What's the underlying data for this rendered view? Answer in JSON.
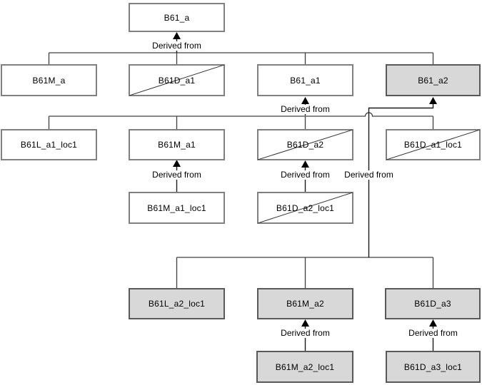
{
  "diagram": {
    "type": "derivation-tree",
    "derived_from_label": "Derived from",
    "colors": {
      "box_fill_white": "#ffffff",
      "box_fill_gray": "#d8d8d8",
      "box_border_white": "#808080",
      "box_border_gray": "#595959",
      "line": "#404040",
      "arrow": "#000000",
      "text": "#000000"
    },
    "nodes": [
      {
        "id": "B61_a",
        "label": "B61_a",
        "fill": "white",
        "struck": false
      },
      {
        "id": "B61M_a",
        "label": "B61M_a",
        "fill": "white",
        "struck": false
      },
      {
        "id": "B61D_a1",
        "label": "B61D_a1",
        "fill": "white",
        "struck": true
      },
      {
        "id": "B61_a1",
        "label": "B61_a1",
        "fill": "white",
        "struck": false
      },
      {
        "id": "B61_a2",
        "label": "B61_a2",
        "fill": "gray",
        "struck": false
      },
      {
        "id": "B61L_a1_loc1",
        "label": "B61L_a1_loc1",
        "fill": "white",
        "struck": false
      },
      {
        "id": "B61M_a1",
        "label": "B61M_a1",
        "fill": "white",
        "struck": false
      },
      {
        "id": "B61D_a2",
        "label": "B61D_a2",
        "fill": "white",
        "struck": true
      },
      {
        "id": "B61D_a1_loc1",
        "label": "B61D_a1_loc1",
        "fill": "white",
        "struck": true
      },
      {
        "id": "B61M_a1_loc1",
        "label": "B61M_a1_loc1",
        "fill": "white",
        "struck": false
      },
      {
        "id": "B61D_a2_loc1",
        "label": "B61D_a2_loc1",
        "fill": "white",
        "struck": true
      },
      {
        "id": "B61L_a2_loc1",
        "label": "B61L_a2_loc1",
        "fill": "gray",
        "struck": false
      },
      {
        "id": "B61M_a2",
        "label": "B61M_a2",
        "fill": "gray",
        "struck": false
      },
      {
        "id": "B61D_a3",
        "label": "B61D_a3",
        "fill": "gray",
        "struck": false
      },
      {
        "id": "B61M_a2_loc1",
        "label": "B61M_a2_loc1",
        "fill": "gray",
        "struck": false
      },
      {
        "id": "B61D_a3_loc1",
        "label": "B61D_a3_loc1",
        "fill": "gray",
        "struck": false
      }
    ],
    "relations": [
      {
        "children": [
          "B61M_a",
          "B61D_a1",
          "B61_a1",
          "B61_a2"
        ],
        "derived_from": "B61_a"
      },
      {
        "children": [
          "B61L_a1_loc1",
          "B61M_a1",
          "B61D_a2",
          "B61D_a1_loc1"
        ],
        "derived_from": "B61_a1"
      },
      {
        "children": [
          "B61M_a1_loc1"
        ],
        "derived_from": "B61M_a1"
      },
      {
        "children": [
          "B61D_a2_loc1"
        ],
        "derived_from": "B61D_a2"
      },
      {
        "children": [
          "B61L_a2_loc1",
          "B61M_a2",
          "B61D_a3"
        ],
        "derived_from": "B61_a2"
      },
      {
        "children": [
          "B61M_a2_loc1"
        ],
        "derived_from": "B61M_a2"
      },
      {
        "children": [
          "B61D_a3_loc1"
        ],
        "derived_from": "B61D_a3"
      }
    ]
  }
}
